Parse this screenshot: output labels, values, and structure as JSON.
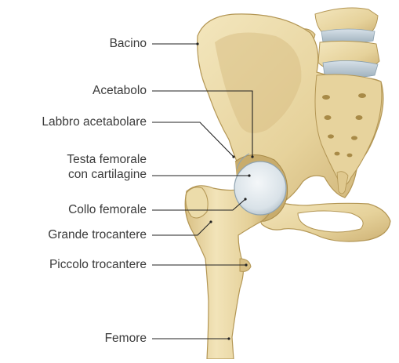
{
  "labels": {
    "pelvis": "Bacino",
    "acetabulum": "Acetabolo",
    "labrum": "Labbro acetabolare",
    "head_line1": "Testa femorale",
    "head_line2": "con cartilagine",
    "neck": "Collo femorale",
    "greater_trochanter": "Grande trocantere",
    "lesser_trochanter": "Piccolo trocantere",
    "femur": "Femore"
  },
  "colors": {
    "bone": "#e9d7a3",
    "bone_shadow": "#c9ae6c",
    "bone_dark": "#a88a47",
    "cartilage": "#dfe7ec",
    "cartilage_shadow": "#a9b8c2",
    "leader": "#222222",
    "text": "#3a3a3a"
  }
}
